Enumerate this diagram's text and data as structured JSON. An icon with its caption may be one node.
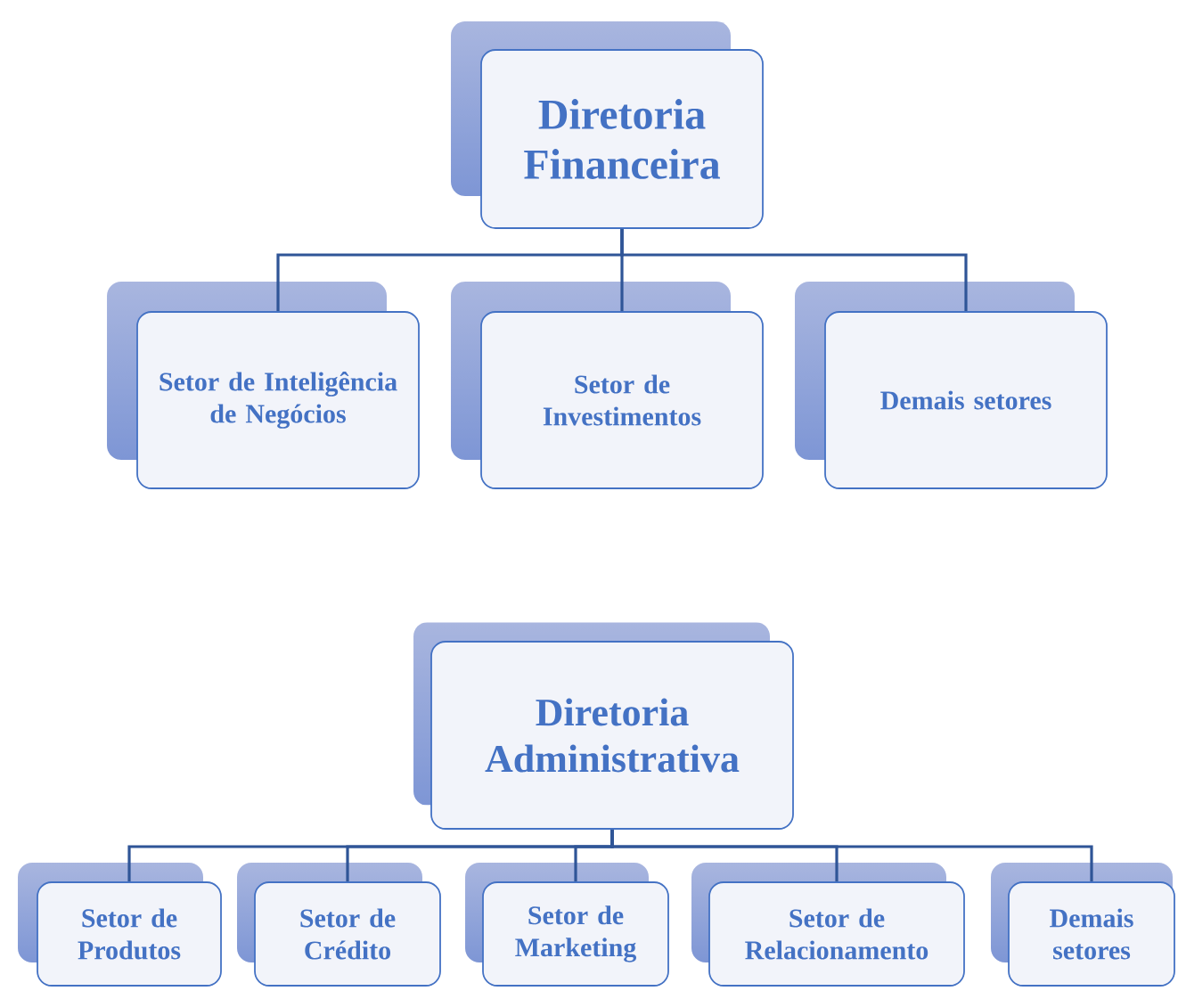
{
  "diagram": {
    "nodes": [
      {
        "text": [
          "Diretoria Financeira"
        ]
      },
      {
        "text": [
          "Setor de Inteligência de Negócios"
        ]
      },
      {
        "text": [
          "Setor de Investimentos"
        ]
      },
      {
        "text": [
          "Demais setores"
        ]
      },
      {
        "text": [
          "Diretoria Administrativa"
        ]
      },
      {
        "text": [
          "Setor de Produtos"
        ]
      },
      {
        "text": [
          "Setor de Crédito"
        ]
      },
      {
        "text": [
          "Setor de Marketing"
        ]
      },
      {
        "text": [
          "Setor de Relacionamento"
        ]
      },
      {
        "text": [
          "Demais setores"
        ]
      }
    ],
    "edges": [
      {
        "from": 0,
        "to": 1,
        "arrow": "none"
      },
      {
        "from": 0,
        "to": 2,
        "arrow": "none"
      },
      {
        "from": 0,
        "to": 3,
        "arrow": "none"
      },
      {
        "from": 4,
        "to": 5,
        "arrow": "none"
      },
      {
        "from": 4,
        "to": 6,
        "arrow": "none"
      },
      {
        "from": 4,
        "to": 7,
        "arrow": "none"
      },
      {
        "from": 4,
        "to": 8,
        "arrow": "none"
      },
      {
        "from": 4,
        "to": 9,
        "arrow": "none"
      }
    ]
  }
}
